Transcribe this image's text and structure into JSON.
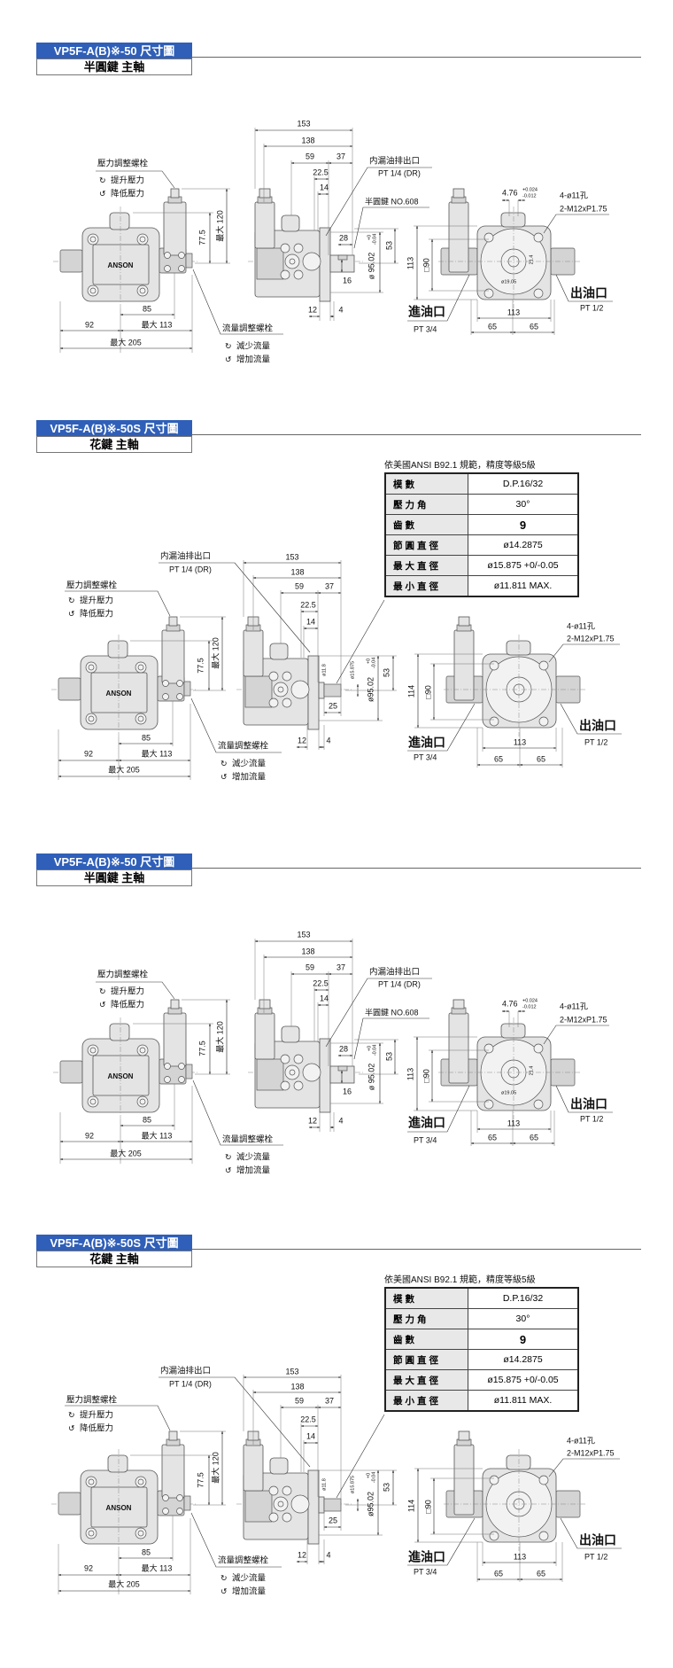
{
  "sections": [
    {
      "type": "A",
      "title": "VP5F-A(B)※-50 尺寸圖",
      "subtitle": "半圓鍵 主軸",
      "pressure_bolt": "壓力調整螺栓",
      "increase_pressure": "提升壓力",
      "decrease_pressure": "降低壓力",
      "brand": "ANSON",
      "d77_5": "77.5",
      "dmax120": "最大 120",
      "d85": "85",
      "d92": "92",
      "dmax113": "最大 113",
      "dmax205": "最大 205",
      "flow_bolt": "流量調整螺栓",
      "decrease_flow": "減少流量",
      "increase_flow": "增加流量",
      "d153": "153",
      "d138": "138",
      "d59": "59",
      "d37": "37",
      "d22_5": "22.5",
      "d14": "14",
      "drain": "内漏油排出口",
      "drain_port": "PT 1/4 (DR)",
      "key": "半圓鍵 NO.608",
      "d28": "28",
      "d16": "16",
      "d12": "12",
      "d4": "4",
      "d95": "ø 95.02",
      "d95_tol_up": "+0",
      "d95_tol_dn": "-0.04",
      "d53": "53",
      "d4_76": "4.76",
      "d4_76_tol_up": "+0.024",
      "d4_76_tol_dn": "-0.012",
      "holes": "4-ø11孔",
      "thread": "2-M12xP1.75",
      "d21_4": "21.4",
      "d19_05": "ø19.05",
      "d113v": "113",
      "d90": "□90",
      "d113h": "113",
      "d65a": "65",
      "d65b": "65",
      "outlet": "出油口",
      "outlet_port": "PT 1/2",
      "inlet": "進油口",
      "inlet_port": "PT 3/4"
    },
    {
      "type": "B",
      "title": "VP5F-A(B)※-50S 尺寸圖",
      "subtitle": "花鍵 主軸",
      "spec_note": "依美國ANSI  B92.1 規範，精度等級5級",
      "spec_rows": [
        {
          "key": "模數",
          "value": "D.P.16/32"
        },
        {
          "key": "壓力角",
          "value": "30°"
        },
        {
          "key": "齒數",
          "value": "9"
        },
        {
          "key": "節圓直徑",
          "value": "ø14.2875"
        },
        {
          "key": "最大直徑",
          "value": "ø15.875 +0/-0.05"
        },
        {
          "key": "最小直徑",
          "value": "ø11.811 MAX."
        }
      ],
      "pressure_bolt": "壓力調整螺栓",
      "increase_pressure": "提升壓力",
      "decrease_pressure": "降低壓力",
      "brand": "ANSON",
      "d77_5": "77.5",
      "dmax120": "最大 120",
      "d85": "85",
      "d92": "92",
      "dmax113": "最大 113",
      "dmax205": "最大 205",
      "flow_bolt": "流量調整螺栓",
      "decrease_flow": "減少流量",
      "increase_flow": "增加流量",
      "d153": "153",
      "d138": "138",
      "d59": "59",
      "d37": "37",
      "d22_5": "22.5",
      "d14": "14",
      "drain": "内漏油排出口",
      "drain_port": "PT 1/4 (DR)",
      "d11_8": "ø11.8",
      "d15_875": "ø15.875",
      "d25": "25",
      "d12": "12",
      "d4": "4",
      "d95": "ø95.02",
      "d95_tol_up": "+0",
      "d95_tol_dn": "-0.04",
      "d53": "53",
      "holes": "4-ø11孔",
      "thread": "2-M12xP1.75",
      "d114": "114",
      "d90": "□90",
      "d113h": "113",
      "d65a": "65",
      "d65b": "65",
      "outlet": "出油口",
      "outlet_port": "PT 1/2",
      "inlet": "進油口",
      "inlet_port": "PT 3/4"
    },
    {
      "type": "A",
      "title": "VP5F-A(B)※-50 尺寸圖",
      "subtitle": "半圓鍵 主軸",
      "pressure_bolt": "壓力調整螺栓",
      "increase_pressure": "提升壓力",
      "decrease_pressure": "降低壓力",
      "brand": "ANSON",
      "d77_5": "77.5",
      "dmax120": "最大 120",
      "d85": "85",
      "d92": "92",
      "dmax113": "最大 113",
      "dmax205": "最大 205",
      "flow_bolt": "流量調整螺栓",
      "decrease_flow": "減少流量",
      "increase_flow": "增加流量",
      "d153": "153",
      "d138": "138",
      "d59": "59",
      "d37": "37",
      "d22_5": "22.5",
      "d14": "14",
      "drain": "内漏油排出口",
      "drain_port": "PT 1/4 (DR)",
      "key": "半圓鍵 NO.608",
      "d28": "28",
      "d16": "16",
      "d12": "12",
      "d4": "4",
      "d95": "ø 95.02",
      "d95_tol_up": "+0",
      "d95_tol_dn": "-0.04",
      "d53": "53",
      "d4_76": "4.76",
      "d4_76_tol_up": "+0.024",
      "d4_76_tol_dn": "-0.012",
      "holes": "4-ø11孔",
      "thread": "2-M12xP1.75",
      "d21_4": "21.4",
      "d19_05": "ø19.05",
      "d113v": "113",
      "d90": "□90",
      "d113h": "113",
      "d65a": "65",
      "d65b": "65",
      "outlet": "出油口",
      "outlet_port": "PT 1/2",
      "inlet": "進油口",
      "inlet_port": "PT 3/4"
    },
    {
      "type": "B",
      "title": "VP5F-A(B)※-50S 尺寸圖",
      "subtitle": "花鍵 主軸",
      "spec_note": "依美國ANSI  B92.1 規範，精度等級5級",
      "spec_rows": [
        {
          "key": "模數",
          "value": "D.P.16/32"
        },
        {
          "key": "壓力角",
          "value": "30°"
        },
        {
          "key": "齒數",
          "value": "9"
        },
        {
          "key": "節圓直徑",
          "value": "ø14.2875"
        },
        {
          "key": "最大直徑",
          "value": "ø15.875 +0/-0.05"
        },
        {
          "key": "最小直徑",
          "value": "ø11.811 MAX."
        }
      ],
      "pressure_bolt": "壓力調整螺栓",
      "increase_pressure": "提升壓力",
      "decrease_pressure": "降低壓力",
      "brand": "ANSON",
      "d77_5": "77.5",
      "dmax120": "最大 120",
      "d85": "85",
      "d92": "92",
      "dmax113": "最大 113",
      "dmax205": "最大 205",
      "flow_bolt": "流量調整螺栓",
      "decrease_flow": "減少流量",
      "increase_flow": "增加流量",
      "d153": "153",
      "d138": "138",
      "d59": "59",
      "d37": "37",
      "d22_5": "22.5",
      "d14": "14",
      "drain": "内漏油排出口",
      "drain_port": "PT 1/4 (DR)",
      "d11_8": "ø11.8",
      "d15_875": "ø15.875",
      "d25": "25",
      "d12": "12",
      "d4": "4",
      "d95": "ø95.02",
      "d95_tol_up": "+0",
      "d95_tol_dn": "-0.04",
      "d53": "53",
      "holes": "4-ø11孔",
      "thread": "2-M12xP1.75",
      "d114": "114",
      "d90": "□90",
      "d113h": "113",
      "d65a": "65",
      "d65b": "65",
      "outlet": "出油口",
      "outlet_port": "PT 1/2",
      "inlet": "進油口",
      "inlet_port": "PT 3/4"
    }
  ]
}
